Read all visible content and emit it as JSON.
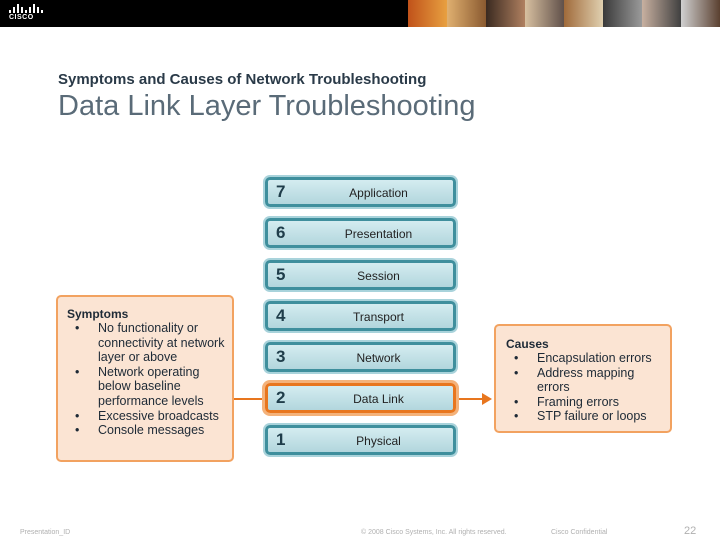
{
  "header": {
    "logo_text": "CISCO",
    "subtitle": "Symptoms and Causes of Network Troubleshooting",
    "title": "Data Link Layer Troubleshooting"
  },
  "layers": [
    {
      "number": "7",
      "name": "Application"
    },
    {
      "number": "6",
      "name": "Presentation"
    },
    {
      "number": "5",
      "name": "Session"
    },
    {
      "number": "4",
      "name": "Transport"
    },
    {
      "number": "3",
      "name": "Network"
    },
    {
      "number": "2",
      "name": "Data Link",
      "highlighted": true
    },
    {
      "number": "1",
      "name": "Physical"
    }
  ],
  "symptoms": {
    "title": "Symptoms",
    "items": [
      "No functionality or connectivity at network layer or above",
      "Network operating below baseline performance levels",
      "Excessive broadcasts",
      "Console messages"
    ]
  },
  "causes": {
    "title": "Causes",
    "items": [
      "Encapsulation errors",
      "Address mapping errors",
      "Framing errors",
      "STP failure or loops"
    ]
  },
  "footer": {
    "left": "Presentation_ID",
    "center": "© 2008 Cisco Systems, Inc. All rights reserved.",
    "right": "Cisco Confidential",
    "page": "22"
  },
  "colors": {
    "accent_orange": "#e8761e",
    "layer_border": "#3f8f9d",
    "title_gray": "#5a6b78"
  }
}
